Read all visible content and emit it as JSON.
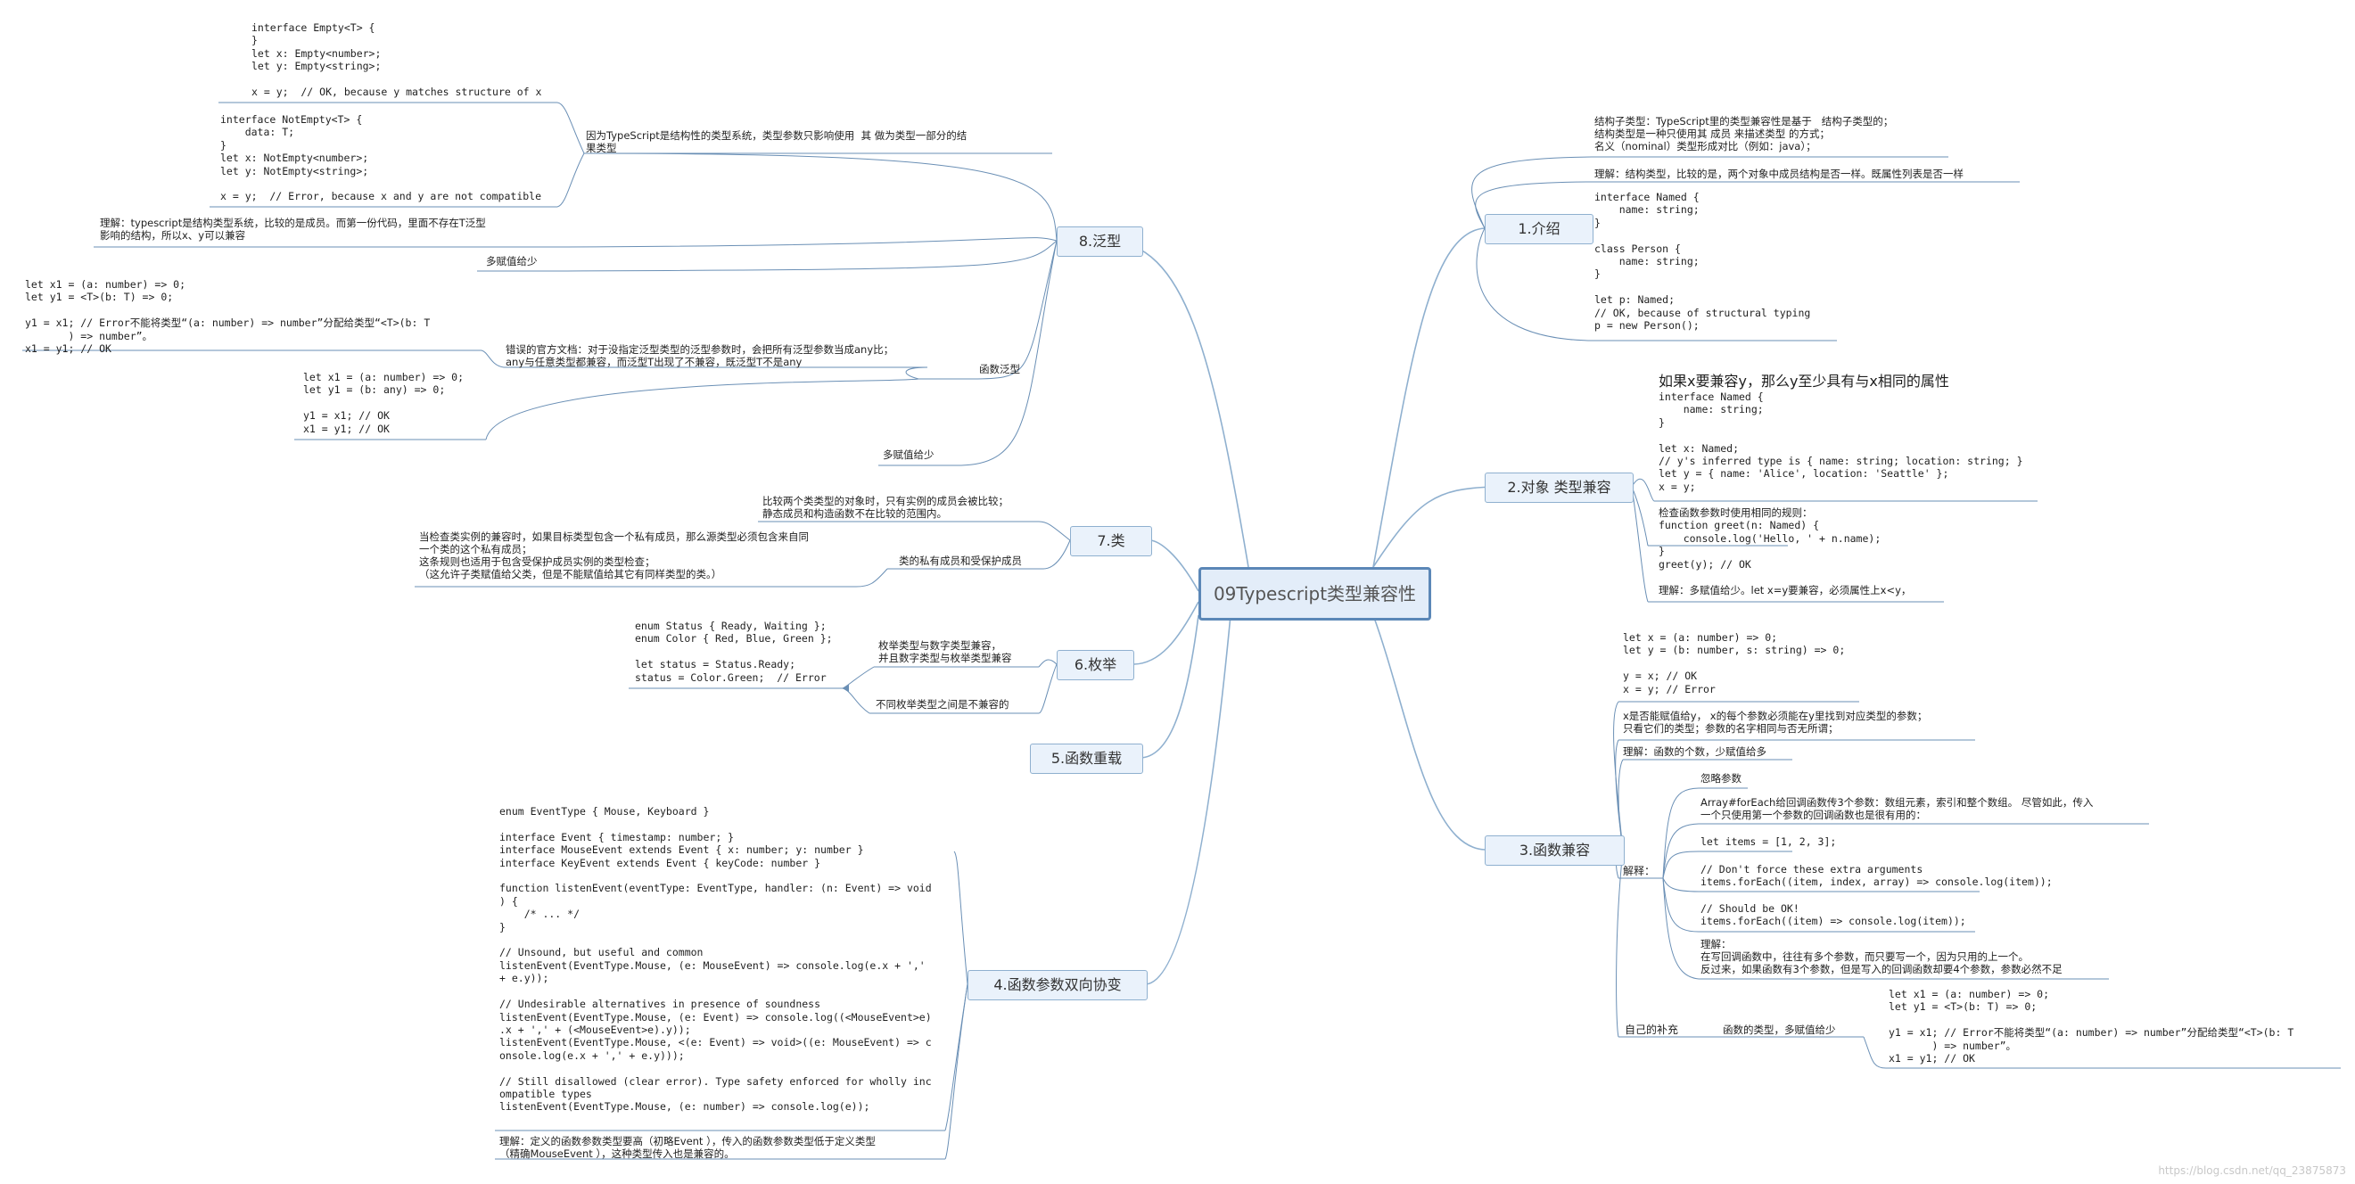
{
  "central": "09Typescript类型兼容性",
  "branches": {
    "b1": "1.介绍",
    "b2": "2.对象 类型兼容",
    "b3": "3.函数兼容",
    "b4": "4.函数参数双向协变",
    "b5": "5.函数重载",
    "b6": "6.枚举",
    "b7": "7.类",
    "b8": "8.泛型"
  },
  "b1": {
    "intro": "结构子类型：TypeScript里的类型兼容性是基于   结构子类型的；\n结构类型是一种只使用其 成员 来描述类型 的方式；\n名义（nominal）类型形成对比（例如：java）；",
    "understand": "理解：结构类型，比较的是，两个对象中成员结构是否一样。既属性列表是否一样",
    "code": "interface Named {\n    name: string;\n}\n\nclass Person {\n    name: string;\n}\n\nlet p: Named;\n// OK, because of structural typing\np = new Person();"
  },
  "b2": {
    "heading": "如果x要兼容y，那么y至少具有与x相同的属性",
    "code": "interface Named {\n    name: string;\n}\n\nlet x: Named;\n// y's inferred type is { name: string; location: string; }\nlet y = { name: 'Alice', location: 'Seattle' };\nx = y;",
    "check": "检查函数参数时使用相同的规则：\nfunction greet(n: Named) {\n    console.log('Hello, ' + n.name);\n}\ngreet(y); // OK",
    "understand": "理解：多赋值给少。let x=y要兼容，必须属性上x<y，"
  },
  "b3": {
    "code": "let x = (a: number) => 0;\nlet y = (b: number, s: string) => 0;\n\ny = x; // OK\nx = y; // Error",
    "note": "x是否能赋值给y， x的每个参数必须能在y里找到对应类型的参数；\n只看它们的类型；参数的名字相同与否无所谓；",
    "understand": "理解：函数的个数，少赋值给多",
    "ignore": "忽略参数",
    "foreach": "Array#forEach给回调函数传3个参数：数组元素，索引和整个数组。 尽管如此，传入\n一个只使用第一个参数的回调函数也是很有用的：",
    "items": "let items = [1, 2, 3];",
    "dont": "// Don't force these extra arguments\nitems.forEach((item, index, array) => console.log(item));",
    "should": "// Should be OK!\nitems.forEach((item) => console.log(item));",
    "understand2": "理解：\n在写回调函数中，往往有多个参数，而只要写一个，因为只用的上一个。\n反过来，如果函数有3个参数，但是写入的回调函数却要4个参数，参数必然不足",
    "explain": "解释：",
    "supplement": "自己的补充",
    "return_type": "函数的类型，多赋值给少",
    "sup_code": "let x1 = (a: number) => 0;\nlet y1 = <T>(b: T) => 0;\n\ny1 = x1; // Error不能将类型“(a: number) => number”分配给类型“<T>(b: T\n       ) => number”。\nx1 = y1; // OK"
  },
  "b4": {
    "code": "enum EventType { Mouse, Keyboard }\n\ninterface Event { timestamp: number; }\ninterface MouseEvent extends Event { x: number; y: number }\ninterface KeyEvent extends Event { keyCode: number }\n\nfunction listenEvent(eventType: EventType, handler: (n: Event) => void\n) {\n    /* ... */\n}\n\n// Unsound, but useful and common\nlistenEvent(EventType.Mouse, (e: MouseEvent) => console.log(e.x + ','\n+ e.y));\n\n// Undesirable alternatives in presence of soundness\nlistenEvent(EventType.Mouse, (e: Event) => console.log((<MouseEvent>e)\n.x + ',' + (<MouseEvent>e).y));\nlistenEvent(EventType.Mouse, <(e: Event) => void>((e: MouseEvent) => c\nonsole.log(e.x + ',' + e.y)));\n\n// Still disallowed (clear error). Type safety enforced for wholly inc\nompatible types\nlistenEvent(EventType.Mouse, (e: number) => console.log(e));",
    "understand": "理解：定义的函数参数类型要高（初略Event ），传入的函数参数类型低于定义类型\n（精确MouseEvent ），这种类型传入也是兼容的。"
  },
  "b6": {
    "code": "enum Status { Ready, Waiting };\nenum Color { Red, Blue, Green };\n\nlet status = Status.Ready;\nstatus = Color.Green;  // Error",
    "compat": "枚举类型与数字类型兼容，\n并且数字类型与枚举类型兼容",
    "incompat": "不同枚举类型之间是不兼容的"
  },
  "b7": {
    "compare": "比较两个类类型的对象时，只有实例的成员会被比较；\n静态成员和构造函数不在比较的范围内。",
    "private": "类的私有成员和受保护成员",
    "private_note": "当检查类实例的兼容时，如果目标类型包含一个私有成员，那么源类型必须包含来自同\n一个类的这个私有成员；\n这条规则也适用于包含受保护成员实例的类型检查；\n（这允许子类赋值给父类，但是不能赋值给其它有同样类型的类。）"
  },
  "b8": {
    "code1": "interface Empty<T> {\n}\nlet x: Empty<number>;\nlet y: Empty<string>;\n\nx = y;  // OK, because y matches structure of x",
    "code2": "interface NotEmpty<T> {\n    data: T;\n}\nlet x: NotEmpty<number>;\nlet y: NotEmpty<string>;\n\nx = y;  // Error, because x and y are not compatible",
    "reason": "因为TypeScript是结构性的类型系统，类型参数只影响使用  其 做为类型一部分的结\n果类型",
    "understand": "理解：typescript是结构类型系统，比较的是成员。而第一份代码，里面不存在T泛型\n影响的结构，所以x、y可以兼容",
    "more_to_less": "多赋值给少",
    "func_generic": "函数泛型",
    "official": "错误的官方文档：对于没指定泛型类型的泛型参数时，会把所有泛型参数当成any比；\nany与任意类型都兼容，而泛型T出现了不兼容，既泛型T不是any",
    "fg_code1": "let x1 = (a: number) => 0;\nlet y1 = <T>(b: T) => 0;\n\ny1 = x1; // Error不能将类型“(a: number) => number”分配给类型“<T>(b: T\n       ) => number”。\nx1 = y1; // OK",
    "fg_code2": "let x1 = (a: number) => 0;\nlet y1 = (b: any) => 0;\n\ny1 = x1; // OK\nx1 = y1; // OK",
    "more_to_less2": "多赋值给少"
  },
  "watermark": "https://blog.csdn.net/qq_23875873"
}
